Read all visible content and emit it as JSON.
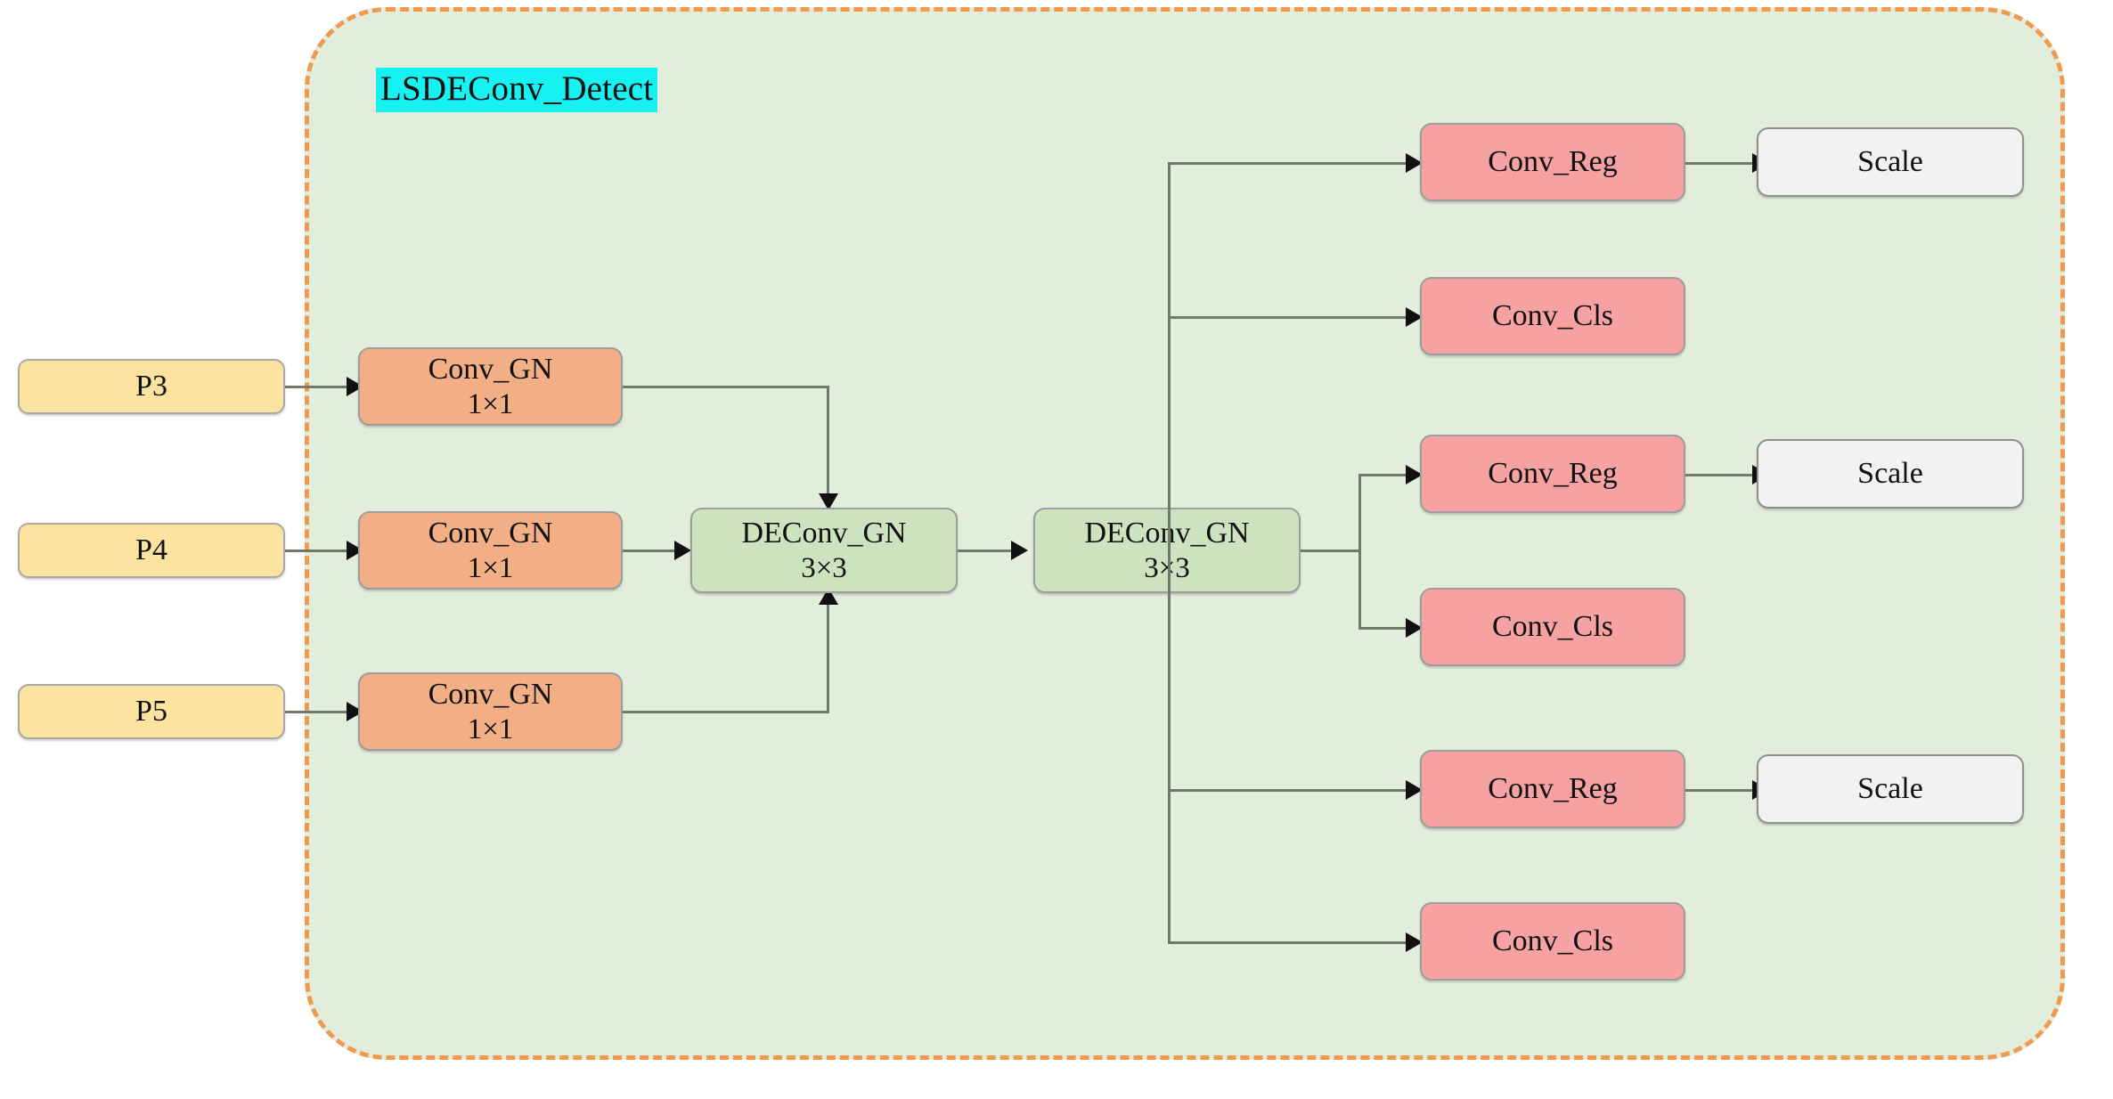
{
  "diagram": {
    "title": "LSDEConv_Detect",
    "title_highlight_color": "#16f2f2",
    "panel": {
      "background_color": "#e2eddc",
      "border_color": "#ef9a4e",
      "border_style": "dashed"
    },
    "colors": {
      "input_box": "#fce3a0",
      "conv_gn_box": "#f2ae84",
      "deconv_gn_box": "#cde3bf",
      "head_box": "#f7a2a2",
      "scale_box": "#f2f2f2",
      "connector": "#6f7a6a",
      "arrowhead": "#111111"
    },
    "inputs": [
      {
        "label": "P3"
      },
      {
        "label": "P4"
      },
      {
        "label": "P5"
      }
    ],
    "conv_gn": [
      {
        "line1": "Conv_GN",
        "line2": "1×1"
      },
      {
        "line1": "Conv_GN",
        "line2": "1×1"
      },
      {
        "line1": "Conv_GN",
        "line2": "1×1"
      }
    ],
    "deconv_gn": [
      {
        "line1": "DEConv_GN",
        "line2": "3×3"
      },
      {
        "line1": "DEConv_GN",
        "line2": "3×3"
      }
    ],
    "heads": [
      {
        "label": "Conv_Reg"
      },
      {
        "label": "Conv_Cls"
      },
      {
        "label": "Conv_Reg"
      },
      {
        "label": "Conv_Cls"
      },
      {
        "label": "Conv_Reg"
      },
      {
        "label": "Conv_Cls"
      }
    ],
    "scales": [
      {
        "label": "Scale"
      },
      {
        "label": "Scale"
      },
      {
        "label": "Scale"
      }
    ]
  }
}
